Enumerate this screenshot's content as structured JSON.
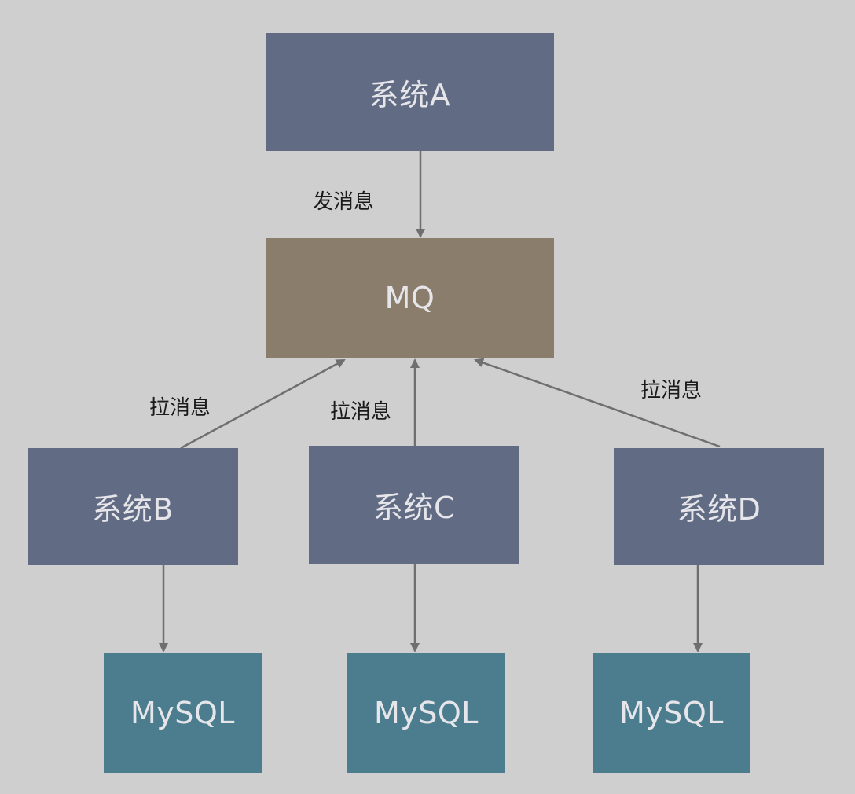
{
  "colors": {
    "background": "#cfcfcf",
    "system": "#616c84",
    "mq": "#8b7d6b",
    "mysql": "#4b7d8f",
    "edge": "#6f6f6f"
  },
  "nodes": {
    "system_a": "系统A",
    "mq": "MQ",
    "system_b": "系统B",
    "system_c": "系统C",
    "system_d": "系统D",
    "mysql_b": "MySQL",
    "mysql_c": "MySQL",
    "mysql_d": "MySQL"
  },
  "edges": {
    "a_to_mq": "发消息",
    "b_from_mq": "拉消息",
    "c_from_mq": "拉消息",
    "d_from_mq": "拉消息"
  }
}
